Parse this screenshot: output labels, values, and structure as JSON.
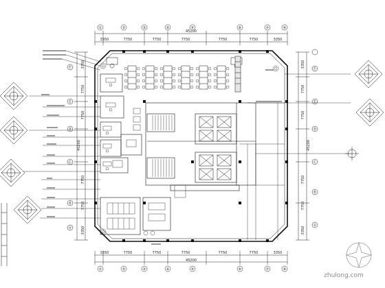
{
  "plan": {
    "top_dimensions": [
      "3350",
      "7750",
      "7750",
      "7750",
      "7750",
      "7750",
      "3350"
    ],
    "top_total": "45200",
    "bottom_dimensions": [
      "3350",
      "7750",
      "7750",
      "7750",
      "7750",
      "7750",
      "3350"
    ],
    "bottom_total": "45200",
    "left_dimensions": [
      "3350",
      "7750",
      "7750",
      "7750",
      "7750",
      "3350"
    ],
    "left_total": "45200",
    "right_dimensions": [
      "3350",
      "7750",
      "7750",
      "7750",
      "7750",
      "3350"
    ],
    "right_total": "45200",
    "column_axes": [
      "①",
      "②",
      "③",
      "④",
      "⑤",
      "⑥",
      "⑦",
      "⑧"
    ],
    "row_axes_left": [
      "Ⓐ",
      "Ⓑ",
      "Ⓒ",
      "Ⓓ",
      "Ⓔ",
      "Ⓕ"
    ],
    "row_axes_right": [
      "Ⓐ",
      "Ⓑ",
      "Ⓒ",
      "Ⓓ",
      "Ⓔ",
      "Ⓕ"
    ],
    "watermark": "zhulong.com"
  }
}
